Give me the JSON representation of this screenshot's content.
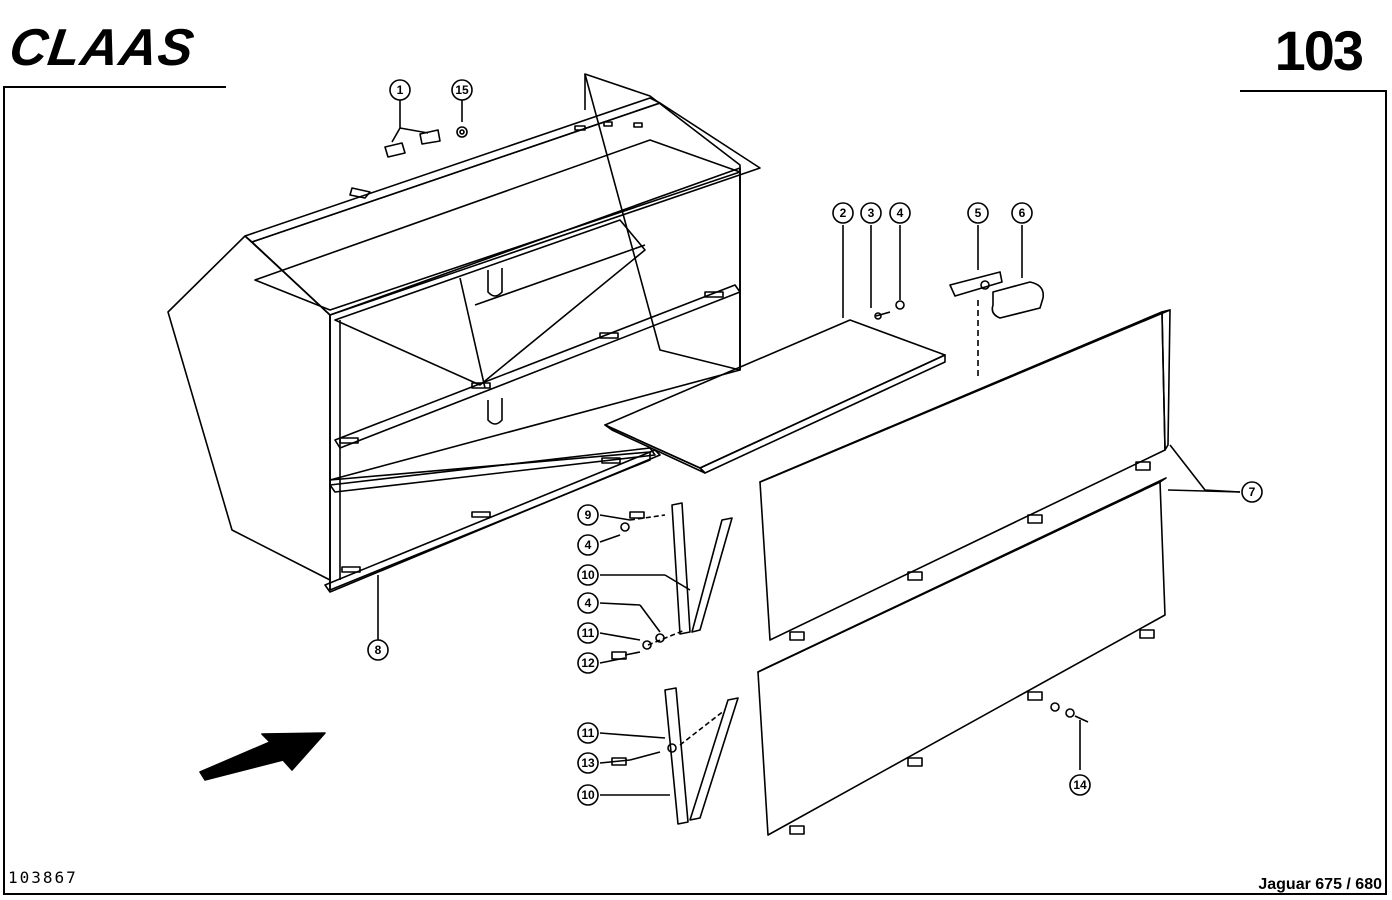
{
  "header": {
    "brand": "CLAAS",
    "page_number": "103"
  },
  "footer": {
    "drawing_number": "103867",
    "model": "Jaguar 675 / 680"
  },
  "callouts": [
    {
      "id": "c1",
      "label": "1"
    },
    {
      "id": "c15",
      "label": "15"
    },
    {
      "id": "c2",
      "label": "2"
    },
    {
      "id": "c3",
      "label": "3"
    },
    {
      "id": "c4a",
      "label": "4"
    },
    {
      "id": "c5",
      "label": "5"
    },
    {
      "id": "c6",
      "label": "6"
    },
    {
      "id": "c7",
      "label": "7"
    },
    {
      "id": "c8",
      "label": "8"
    },
    {
      "id": "c9",
      "label": "9"
    },
    {
      "id": "c4b",
      "label": "4"
    },
    {
      "id": "c10a",
      "label": "10"
    },
    {
      "id": "c4c",
      "label": "4"
    },
    {
      "id": "c11a",
      "label": "11"
    },
    {
      "id": "c12",
      "label": "12"
    },
    {
      "id": "c11b",
      "label": "11"
    },
    {
      "id": "c13",
      "label": "13"
    },
    {
      "id": "c10b",
      "label": "10"
    },
    {
      "id": "c14",
      "label": "14"
    }
  ]
}
